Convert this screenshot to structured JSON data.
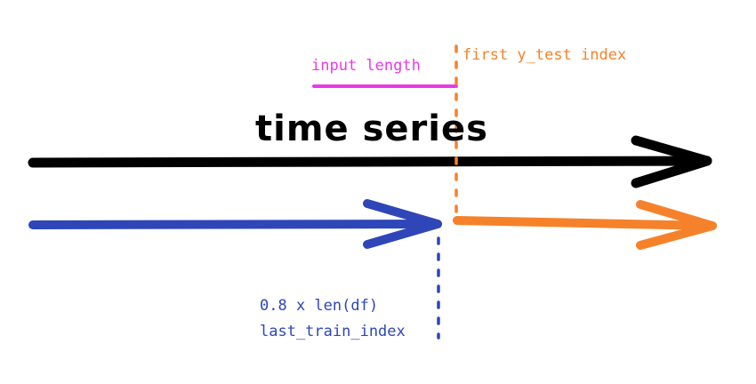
{
  "colors": {
    "time_series": "#000000",
    "train": "#2e46b8",
    "test": "#f5822a",
    "input_length": "#e83ae8",
    "background": "#ffffff"
  },
  "labels": {
    "input_length": "input length",
    "first_y_test_index": "first y_test index",
    "time_series": "time series",
    "split_formula": "0.8 x len(df)",
    "last_train_index": "last_train_index"
  }
}
